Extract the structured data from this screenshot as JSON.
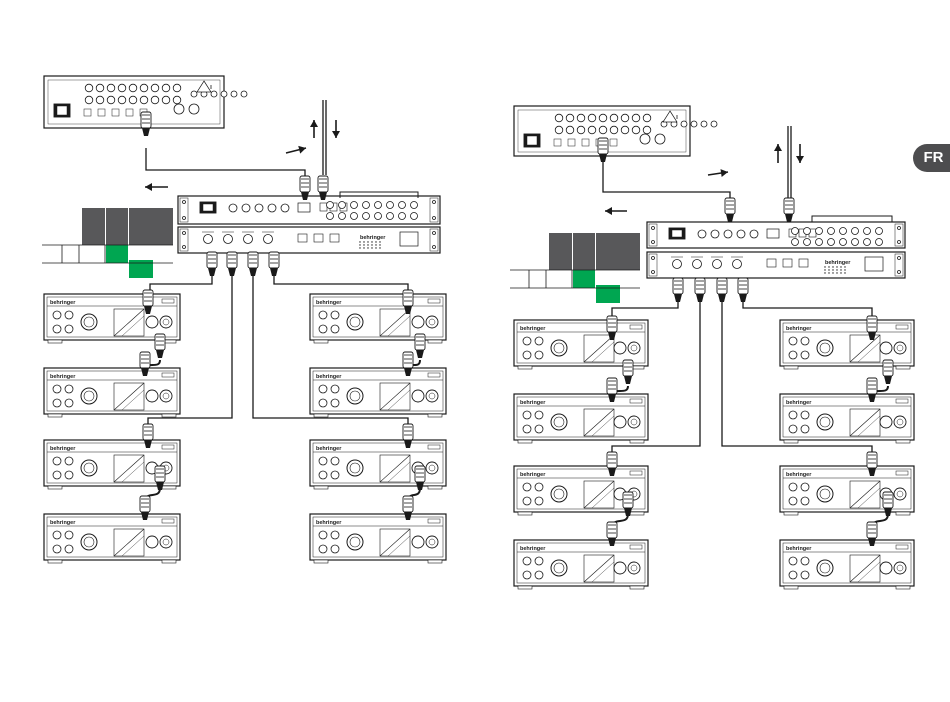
{
  "page": {
    "language_tab": "FR"
  },
  "diagram": {
    "brand_label": "behringer",
    "colors": {
      "line": "#1a1a1a",
      "table_dark": "#58585a",
      "table_green": "#00a651",
      "tab_bg": "#4d4d4f",
      "tab_text": "#ffffff"
    },
    "panels": [
      {
        "name": "left-panel",
        "wall_boxes": 8
      },
      {
        "name": "right-panel",
        "wall_boxes": 8
      }
    ]
  }
}
